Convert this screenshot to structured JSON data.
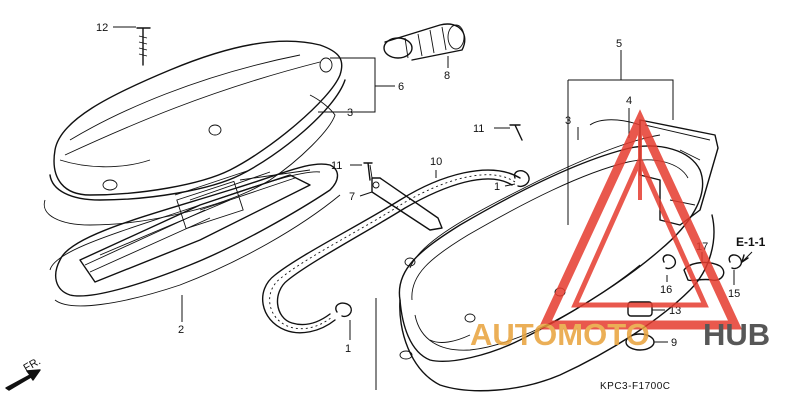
{
  "diagram": {
    "code": "KPC3-F1700C",
    "reference": "E-1-1",
    "direction_label": "FR.",
    "callouts": [
      {
        "id": "c12",
        "label": "12"
      },
      {
        "id": "c6",
        "label": "6"
      },
      {
        "id": "c3a",
        "label": "3"
      },
      {
        "id": "c8",
        "label": "8"
      },
      {
        "id": "c5",
        "label": "5"
      },
      {
        "id": "c4",
        "label": "4"
      },
      {
        "id": "c3b",
        "label": "3"
      },
      {
        "id": "c11a",
        "label": "11"
      },
      {
        "id": "c1a",
        "label": "1"
      },
      {
        "id": "c11b",
        "label": "11"
      },
      {
        "id": "c10",
        "label": "10"
      },
      {
        "id": "c7",
        "label": "7"
      },
      {
        "id": "c17",
        "label": "17"
      },
      {
        "id": "c16",
        "label": "16"
      },
      {
        "id": "c15",
        "label": "15"
      },
      {
        "id": "c13",
        "label": "13"
      },
      {
        "id": "c2",
        "label": "2"
      },
      {
        "id": "c1b",
        "label": "1"
      },
      {
        "id": "c9",
        "label": "9"
      }
    ]
  },
  "watermark": {
    "brand_first": "AUTOMOTO",
    "brand_second": "HUB",
    "color_primary": "#e63c2f",
    "color_secondary": "#f0b63c",
    "color_dark": "#3a3a3a"
  }
}
